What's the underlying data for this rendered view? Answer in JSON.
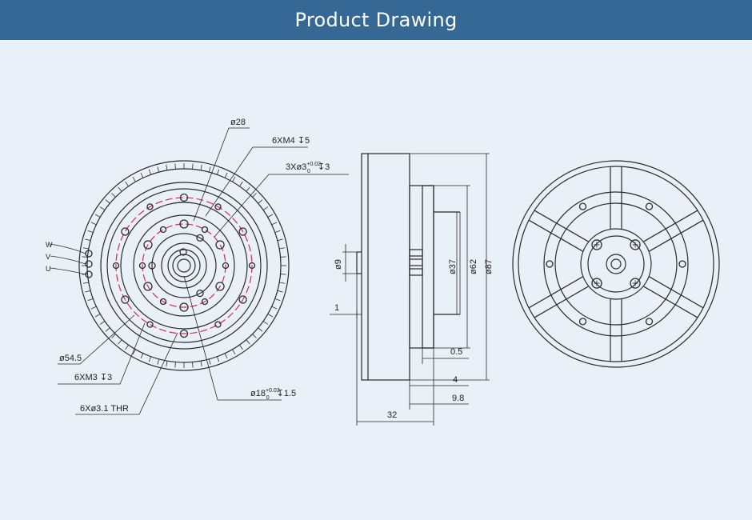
{
  "header": {
    "title": "Product Drawing"
  },
  "front_view": {
    "labels": {
      "d28": "ø28",
      "m4": "6XM4",
      "m4_depth": "5",
      "pin3_prefix": "3Xø3",
      "pin3_tol_upper": "+0.02",
      "pin3_tol_lower": "0",
      "pin3_depth": "3",
      "d54": "ø54.5",
      "m3": "6XM3",
      "m3_depth": "3",
      "hole31": "6Xø3.1  THR",
      "d18_prefix": "ø18",
      "d18_tol_upper": "+0.03",
      "d18_tol_lower": "0",
      "d18_depth": "1.5"
    },
    "wires": [
      "W",
      "V",
      "U"
    ],
    "depth_symbol": "↧"
  },
  "side_view": {
    "dims": {
      "d9": "ø9",
      "d37": "ø37",
      "d62": "ø62",
      "d87": "ø87",
      "one": "1",
      "half": "0.5",
      "four": "4",
      "nine8": "9.8",
      "thirtytwo": "32"
    }
  },
  "colors": {
    "header_bg": "#356895",
    "background": "#e9f0f8",
    "pitch_circle": "#e0284a",
    "line": "#2a2a2a"
  }
}
